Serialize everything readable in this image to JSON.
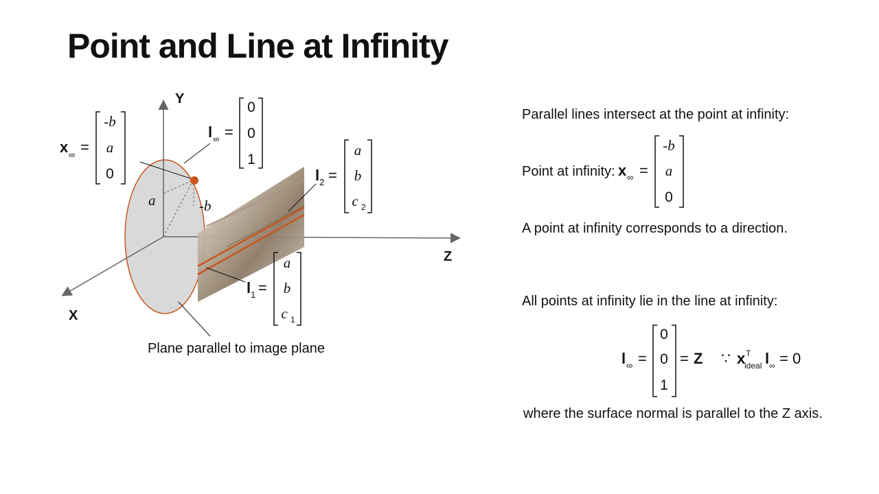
{
  "title": "Point and Line at Infinity",
  "figure": {
    "axis_y": "Y",
    "axis_x": "X",
    "axis_z": "Z",
    "a_label": "a",
    "negb_label": "-b",
    "plane_caption": "Plane parallel to image plane",
    "x_inf": {
      "symbol": "x",
      "subscript": "∞",
      "entries": [
        "-b",
        "a",
        "0"
      ]
    },
    "l_inf": {
      "symbol": "l",
      "subscript": "∞",
      "entries": [
        "0",
        "0",
        "1"
      ]
    },
    "l2": {
      "symbol": "l",
      "subscript": "2",
      "entries": [
        "a",
        "b",
        "c",
        "2"
      ]
    },
    "l1": {
      "symbol": "l",
      "subscript": "1",
      "entries": [
        "a",
        "b",
        "c",
        "1"
      ]
    },
    "colors": {
      "accent": "#c8561e",
      "plane_fill": "#d9d9d9",
      "axis": "#666666"
    }
  },
  "right": {
    "line1": "Parallel lines intersect at the point at infinity:",
    "point_label": "Point at infinity:",
    "point_vec": {
      "symbol": "x",
      "subscript": "∞",
      "entries": [
        "-b",
        "a",
        "0"
      ]
    },
    "line2": "A point at infinity corresponds to a direction.",
    "line3": "All points at infinity lie in the line at infinity:",
    "line_vec": {
      "symbol": "l",
      "subscript": "∞",
      "entries": [
        "0",
        "0",
        "1"
      ],
      "equals_rhs": "Z"
    },
    "because": "∵",
    "because_x": "x",
    "because_sup": "T",
    "because_sub": "ideal",
    "because_l": "l",
    "because_l_sub": "∞",
    "because_rhs": "= 0",
    "line4": "where the surface normal is parallel to the Z axis."
  }
}
